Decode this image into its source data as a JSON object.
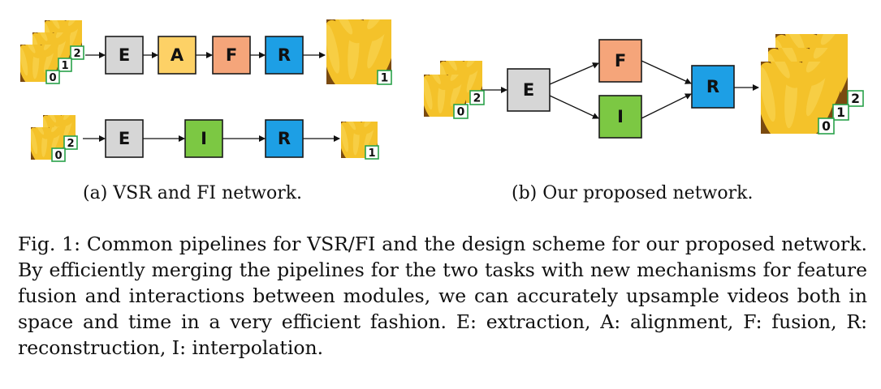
{
  "colors": {
    "E": "#d6d6d6",
    "A": "#fdd166",
    "F": "#f5a57a",
    "R": "#1d9fe5",
    "I": "#7cc843",
    "badge_border": "#2aa14a",
    "petal_yellow": "#f4c22a",
    "petal_dark": "#7a4a10"
  },
  "panel_a": {
    "pipeline_vsr": {
      "input_frames": [
        "0",
        "1",
        "2"
      ],
      "blocks": [
        "E",
        "A",
        "F",
        "R"
      ],
      "output_frame": "1"
    },
    "pipeline_fi": {
      "input_frames": [
        "0",
        "2"
      ],
      "blocks": [
        "E",
        "I",
        "R"
      ],
      "output_frame": "1"
    },
    "caption": "(a) VSR and FI network."
  },
  "panel_b": {
    "input_frames": [
      "0",
      "2"
    ],
    "blocks": [
      "E",
      "F",
      "I",
      "R"
    ],
    "output_frames": [
      "0",
      "1",
      "2"
    ],
    "caption": "(b) Our proposed network."
  },
  "figure_caption": "Fig. 1: Common pipelines for VSR/FI and the design scheme for our proposed network. By efficiently merging the pipelines for the two tasks with new mechanisms for feature fusion and interactions between modules, we can accurately upsample videos both in space and time in a very efficient fashion. E: extraction, A: alignment, F: fusion, R: reconstruction, I: interpolation."
}
